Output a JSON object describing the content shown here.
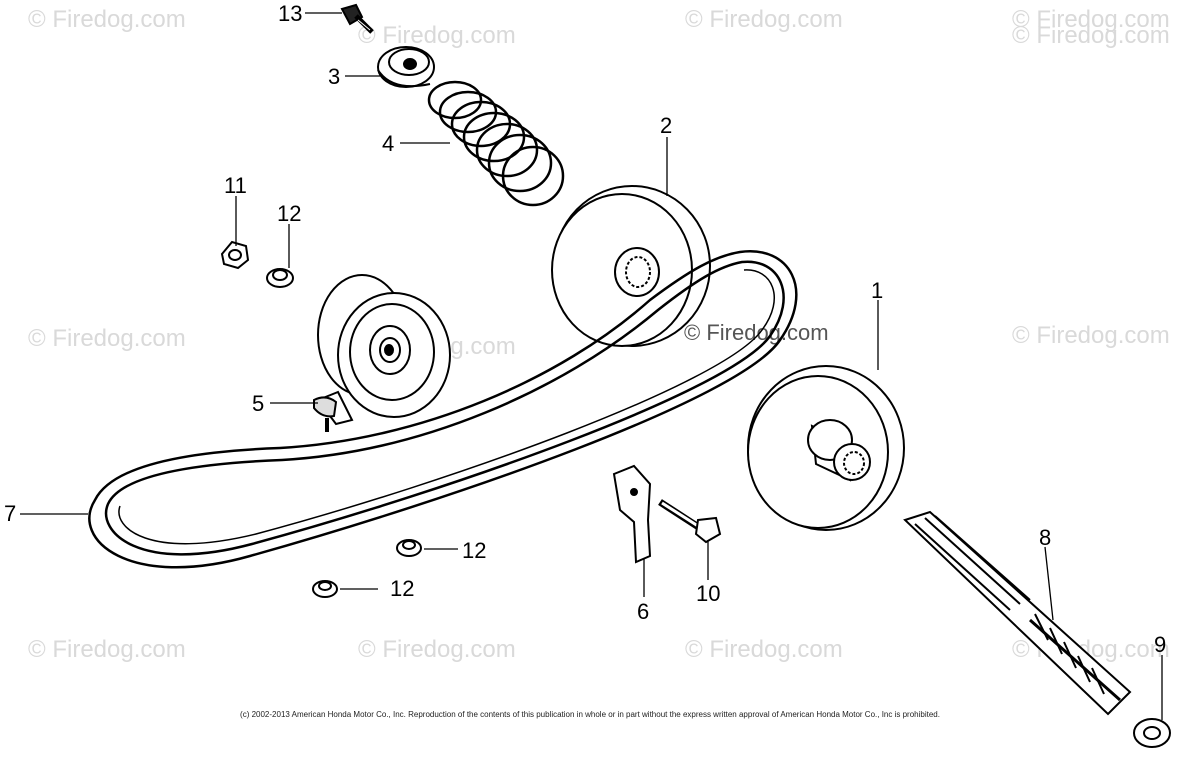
{
  "watermarks": [
    "© Firedog.com",
    "© Firedog.com",
    "© Firedog.com",
    "© Firedog.com",
    "© Firedog.com",
    "© Firedog.com",
    "© Firedog.com",
    "© Firedog.com",
    "© Firedog.com",
    "© Firedog.com",
    "© Firedog.com",
    "© Firedog.com",
    "© Firedog.com"
  ],
  "callouts": {
    "p1": "1",
    "p2": "2",
    "p3": "3",
    "p4": "4",
    "p5": "5",
    "p6": "6",
    "p7": "7",
    "p8": "8",
    "p9": "9",
    "p10": "10",
    "p11": "11",
    "p12a": "12",
    "p12b": "12",
    "p12c": "12",
    "p13": "13"
  },
  "copyright": "(c) 2002-2013 American Honda Motor Co., Inc. Reproduction of the contents of this publication in whole or in part without the express written approval of American Honda Motor Co., Inc is prohibited."
}
